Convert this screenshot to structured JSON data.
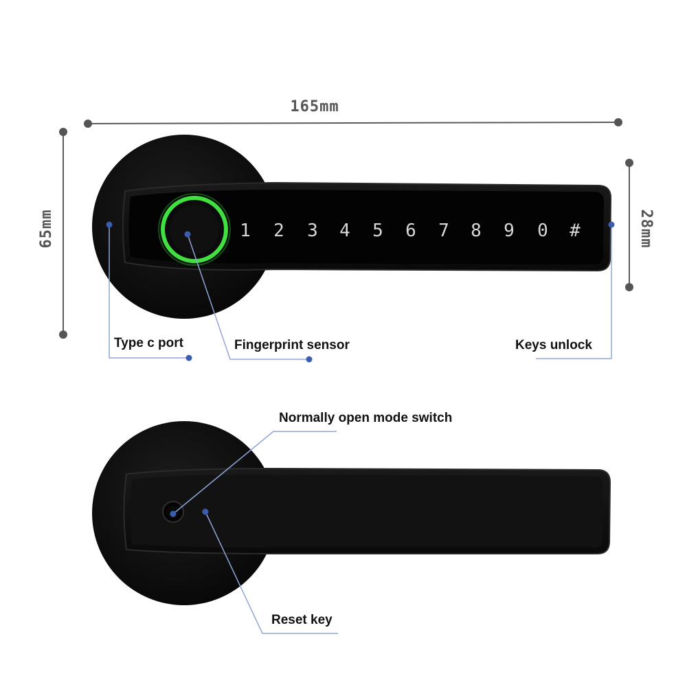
{
  "dimensions": {
    "width": "165mm",
    "height": "65mm",
    "handle_height": "28mm"
  },
  "callouts": {
    "type_c_port": "Type c port",
    "fingerprint_sensor": "Fingerprint sensor",
    "keys_unlock": "Keys unlock",
    "normally_open_switch": "Normally open mode switch",
    "reset_key": "Reset key"
  },
  "keypad": [
    "1",
    "2",
    "3",
    "4",
    "5",
    "6",
    "7",
    "8",
    "9",
    "0",
    "#"
  ],
  "colors": {
    "lock_body": "#0d0d0d",
    "handle_face": "#050505",
    "fingerprint_ring": "#3fe03f",
    "dimension_line": "#5a5a5a",
    "callout_dot": "#3a5db0",
    "leader_line": "#8fa6d8"
  }
}
